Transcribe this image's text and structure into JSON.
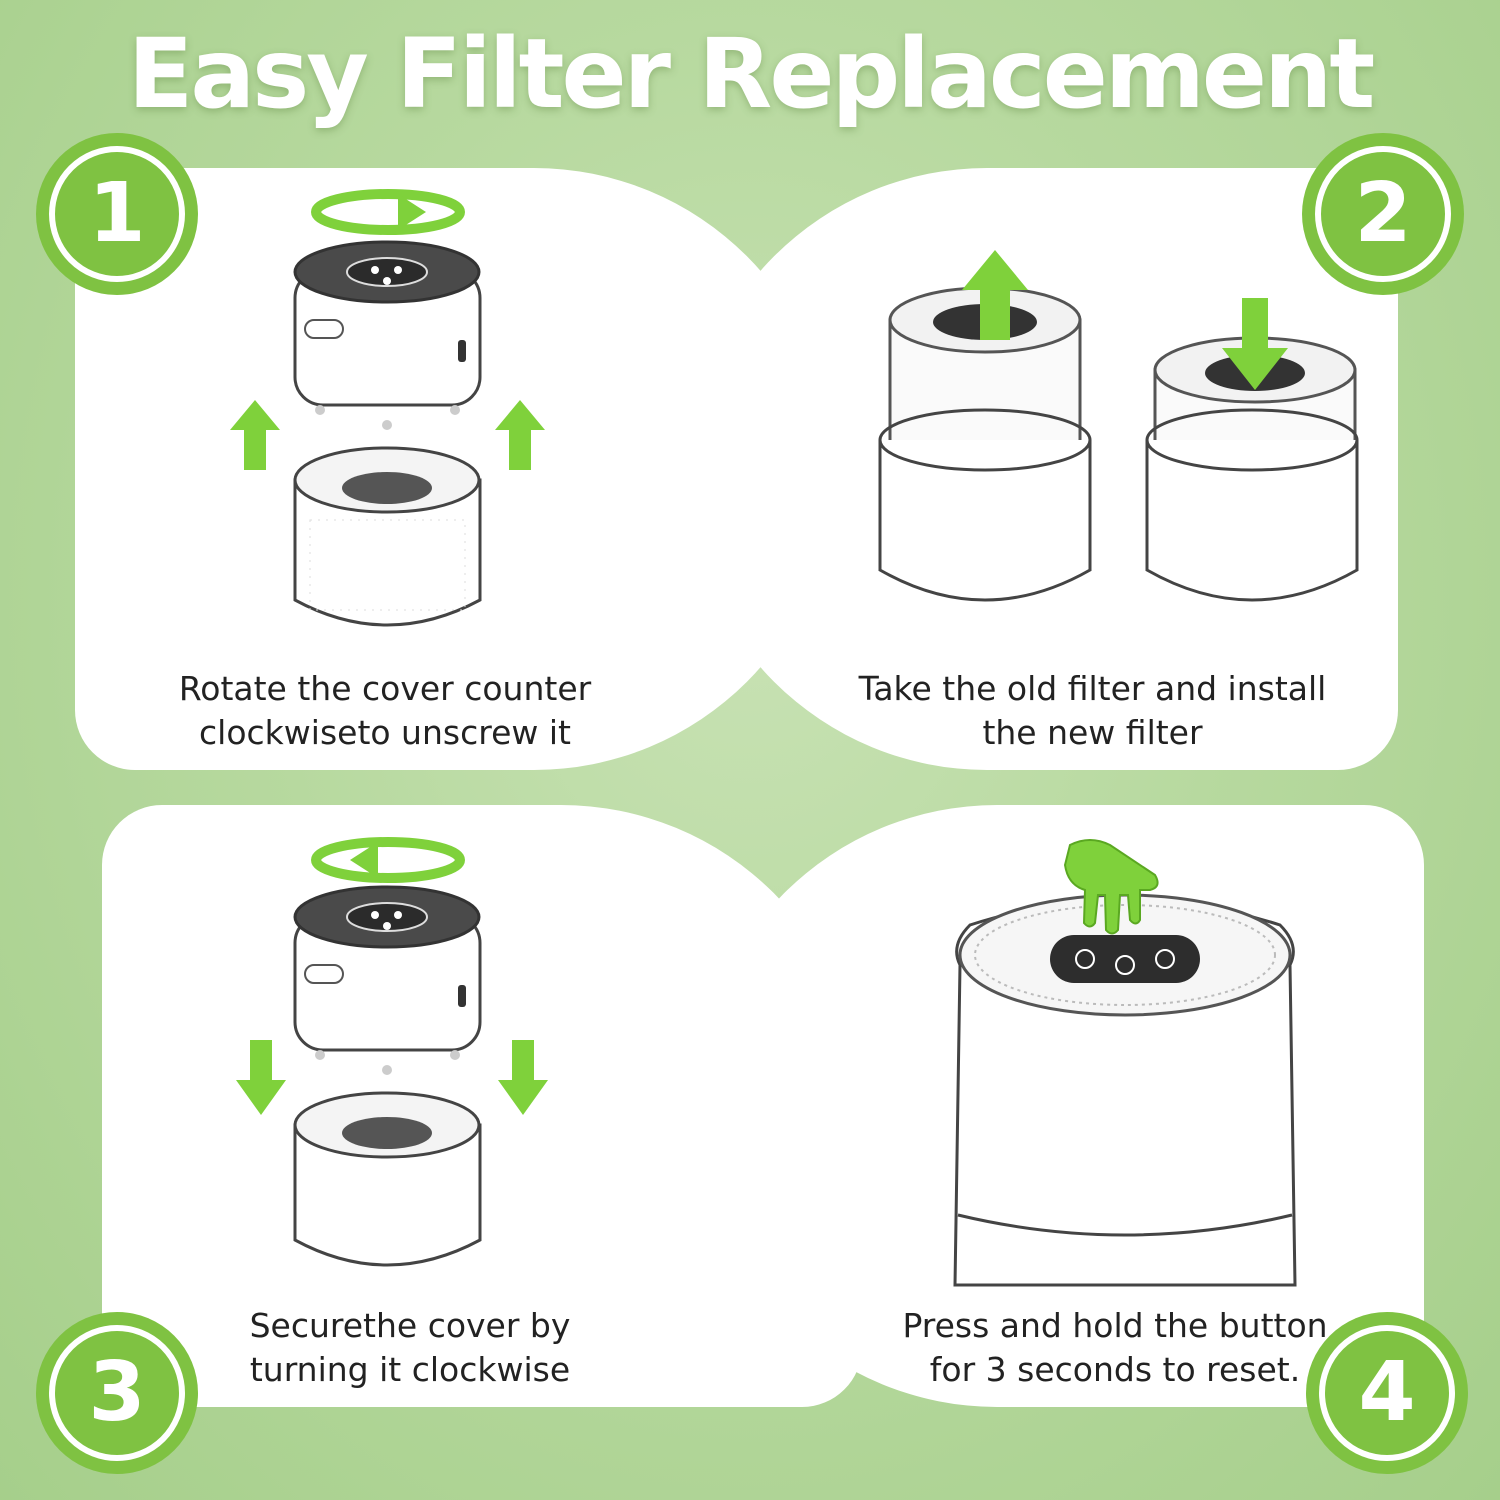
{
  "title": "Easy Filter Replacement",
  "colors": {
    "accent": "#7fc242",
    "background": "#b7d99f",
    "panel": "#ffffff"
  },
  "steps": [
    {
      "number": "1",
      "caption_line1": "Rotate the cover counter",
      "caption_line2": "clockwiseto unscrew it",
      "icons": [
        "rotate-arrow-icon",
        "up-arrow-icon"
      ]
    },
    {
      "number": "2",
      "caption_line1": "Take the old filter and install",
      "caption_line2": "the new filter",
      "icons": [
        "up-arrow-icon",
        "down-arrow-icon"
      ]
    },
    {
      "number": "3",
      "caption_line1": "Securethe cover by",
      "caption_line2": "turning it clockwise",
      "icons": [
        "rotate-arrow-icon",
        "down-arrow-icon"
      ]
    },
    {
      "number": "4",
      "caption_line1": "Press and hold the button",
      "caption_line2": "for 3 seconds to reset.",
      "icons": [
        "hand-press-icon"
      ]
    }
  ]
}
